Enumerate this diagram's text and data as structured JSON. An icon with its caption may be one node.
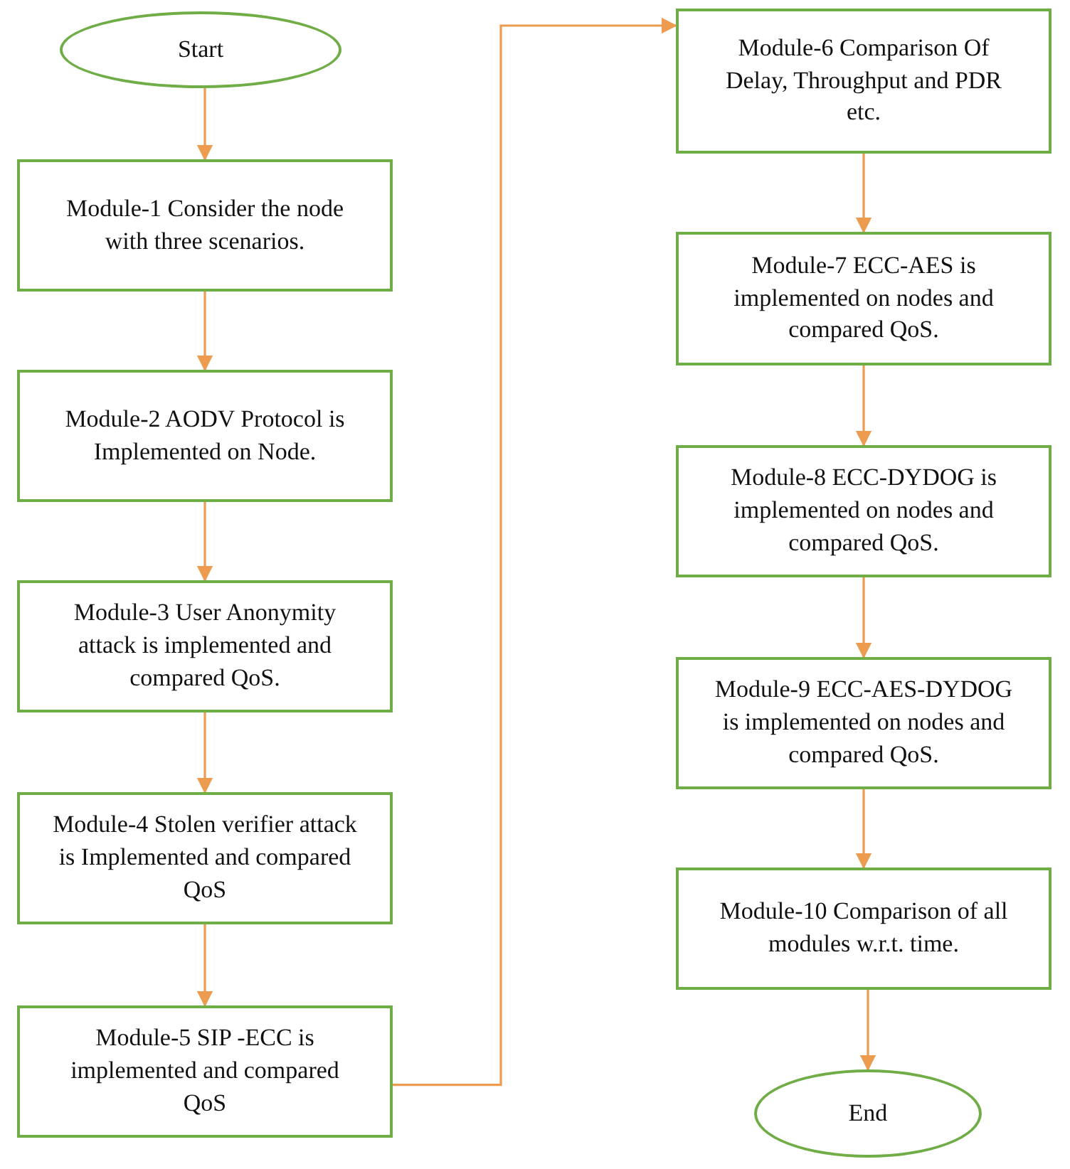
{
  "diagram": {
    "nodes": [
      {
        "text": [
          "Start"
        ]
      },
      {
        "text": [
          "Module-1 Consider the node with three scenarios."
        ]
      },
      {
        "text": [
          "Module-2 AODV Protocol is Implemented on Node."
        ]
      },
      {
        "text": [
          "Module-3 User Anonymity attack is implemented and compared QoS."
        ]
      },
      {
        "text": [
          "Module-4 Stolen verifier attack is Implemented and compared QoS"
        ]
      },
      {
        "text": [
          "Module-5 SIP -ECC is implemented and compared QoS"
        ]
      },
      {
        "text": [
          "Module-6 Comparison Of Delay, Throughput and PDR etc."
        ]
      },
      {
        "text": [
          "Module-7 ECC-AES is implemented on nodes and compared QoS."
        ]
      },
      {
        "text": [
          "Module-8 ECC-DYDOG is implemented on nodes and compared QoS."
        ]
      },
      {
        "text": [
          "Module-9 ECC-AES-DYDOG is implemented on nodes and compared QoS."
        ]
      },
      {
        "text": [
          "Module-10 Comparison of all modules w.r.t. time."
        ]
      },
      {
        "text": [
          "End"
        ]
      }
    ],
    "edges": [
      {
        "from": 0,
        "to": 1,
        "arrow": "to"
      },
      {
        "from": 1,
        "to": 2,
        "arrow": "to"
      },
      {
        "from": 2,
        "to": 3,
        "arrow": "to"
      },
      {
        "from": 3,
        "to": 4,
        "arrow": "to"
      },
      {
        "from": 4,
        "to": 5,
        "arrow": "to"
      },
      {
        "from": 5,
        "to": 6,
        "arrow": "to"
      },
      {
        "from": 6,
        "to": 7,
        "arrow": "to"
      },
      {
        "from": 7,
        "to": 8,
        "arrow": "to"
      },
      {
        "from": 8,
        "to": 9,
        "arrow": "to"
      },
      {
        "from": 9,
        "to": 10,
        "arrow": "to"
      },
      {
        "from": 10,
        "to": 11,
        "arrow": "to"
      }
    ]
  }
}
